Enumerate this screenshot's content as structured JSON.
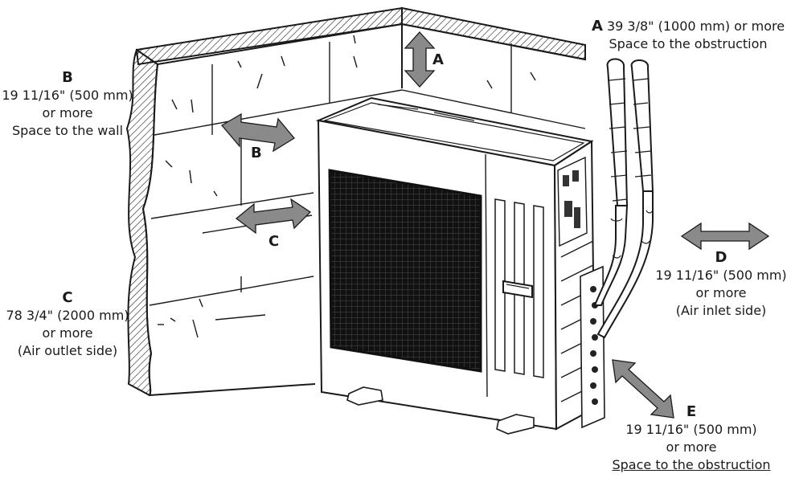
{
  "labels": {
    "A": {
      "letter": "A",
      "distance": "39 3/8\" (1000 mm) or more",
      "desc": "Space to the obstruction"
    },
    "B": {
      "letter": "B",
      "distance": "19 11/16\" (500 mm)",
      "more": "or more",
      "desc": "Space to the wall"
    },
    "C": {
      "letter": "C",
      "distance": "78 3/4\" (2000 mm)",
      "more": "or more",
      "desc": "(Air outlet side)"
    },
    "D": {
      "letter": "D",
      "distance": "19 11/16\" (500 mm)",
      "more": "or more",
      "desc": "(Air inlet side)"
    },
    "E": {
      "letter": "E",
      "distance": "19 11/16\" (500 mm)",
      "more": "or more",
      "desc": "Space to the obstruction"
    }
  },
  "arrow_tags": {
    "A": "A",
    "B": "B",
    "C": "C"
  },
  "colors": {
    "line": "#1a1a1a",
    "arrow": "#8a8a8a",
    "grille": "#111111",
    "unit": "#ffffff"
  }
}
